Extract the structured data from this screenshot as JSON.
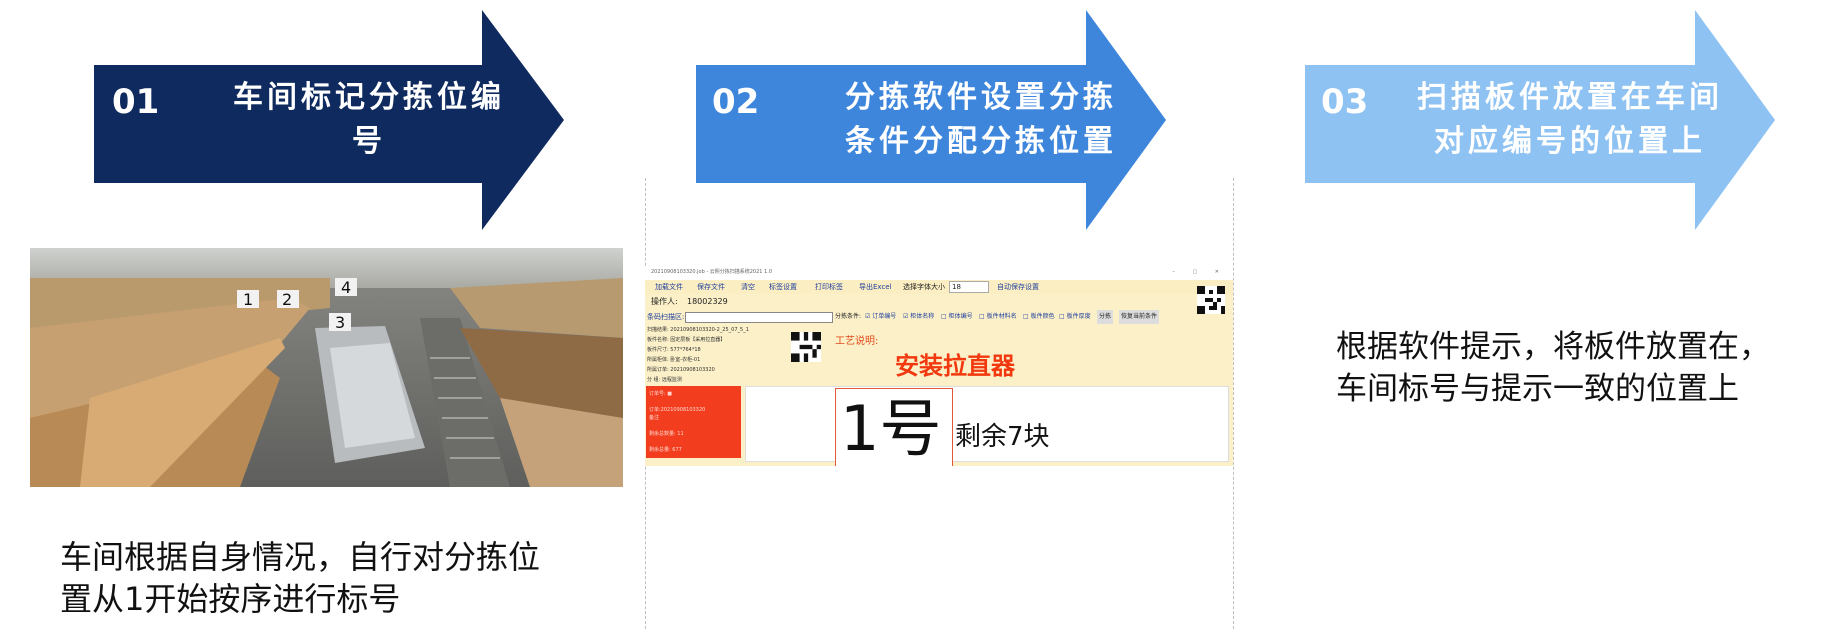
{
  "steps": [
    {
      "number": "01",
      "title_line1": "车间标记分拣位编",
      "title_line2": "号",
      "color": "#0f2a5e"
    },
    {
      "number": "02",
      "title_line1": "分拣软件设置分拣",
      "title_line2": "条件分配分拣位置",
      "color": "#3e86dc"
    },
    {
      "number": "03",
      "title_line1": "扫描板件放置在车间",
      "title_line2": "对应编号的位置上",
      "color": "#8ec2f2"
    }
  ],
  "photo": {
    "slot_labels": [
      "1",
      "2",
      "3",
      "4"
    ]
  },
  "captions": {
    "step1_line1": "车间根据自身情况，自行对分拣位",
    "step1_line2": "置从1开始按序进行标号",
    "step3_line1": "根据软件提示，将板件放置在，",
    "step3_line2": "车间标号与提示一致的位置上"
  },
  "app": {
    "window_title": "20210908103320.job - 云熙分拣扫描系统2021 1.0",
    "window_controls": "–  ▢  ✕",
    "menu": [
      "加载文件",
      "保存文件",
      "清空",
      "标签设置",
      "打印标签",
      "导出Excel"
    ],
    "font_size_label": "选择字体大小",
    "font_size_value": "18",
    "auto_save_label": "自动保存设置",
    "operator_label": "操作人:",
    "operator_value": "18002329",
    "scan_area_label": "条码扫描区:",
    "sort_condition_label": "分拣条件:",
    "conditions": [
      "☑ 订单编号",
      "☑ 柜体名称",
      "□ 柜体编号",
      "□ 板件材料名",
      "□ 板件颜色",
      "□ 板件厚度"
    ],
    "sort_button": "分拣",
    "restore_button": "恢复当前条件",
    "info_rows": [
      "扫描结果: 20210908103320-2_25_07_5_1",
      "板件名称: 固定层板【采用拉直器】",
      "板件尺寸: 577*764*18",
      "所属柜体: 卧室-衣柜-01",
      "所属订单: 20210908103320",
      "分 组: 远程监测"
    ],
    "process_hint": "工艺说明:",
    "instruction": "安装拉直器",
    "red_lines": [
      "订单号:  ■",
      "订单:20210908103320",
      "备注",
      "剩余总数量: 11",
      "剩余总量: 677"
    ],
    "slot_number": "1号",
    "remaining": "剩余7块"
  }
}
